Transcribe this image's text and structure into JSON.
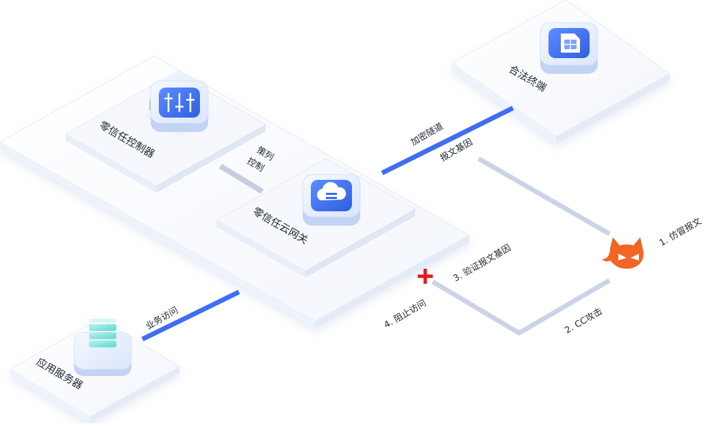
{
  "nodes": {
    "controller": "零信任控制器",
    "gateway": "零信任云网关",
    "terminal": "合法终端",
    "server": "应用服务器",
    "attacker_icon": "cat-devil-icon",
    "terminal_icon": "sim-card-icon",
    "controller_icon": "policy-grid-icon",
    "gateway_icon": "cloud-icon",
    "server_icon": "server-stack-icon"
  },
  "links": {
    "policy_line1": "策列",
    "policy_line2": "控制",
    "tunnel": "加密隧道",
    "packet_gene": "报文基因",
    "business_access": "业务访问"
  },
  "attack": {
    "step1": "1. 仿冒报文",
    "step2": "2. CC攻击",
    "step3": "3. 验证报文基因",
    "step4": "4. 阻止访问"
  },
  "colors": {
    "accent": "#3f6ff0",
    "line_gray": "#c9d3e6",
    "attacker": "#f26522",
    "block": "#e5191f"
  }
}
